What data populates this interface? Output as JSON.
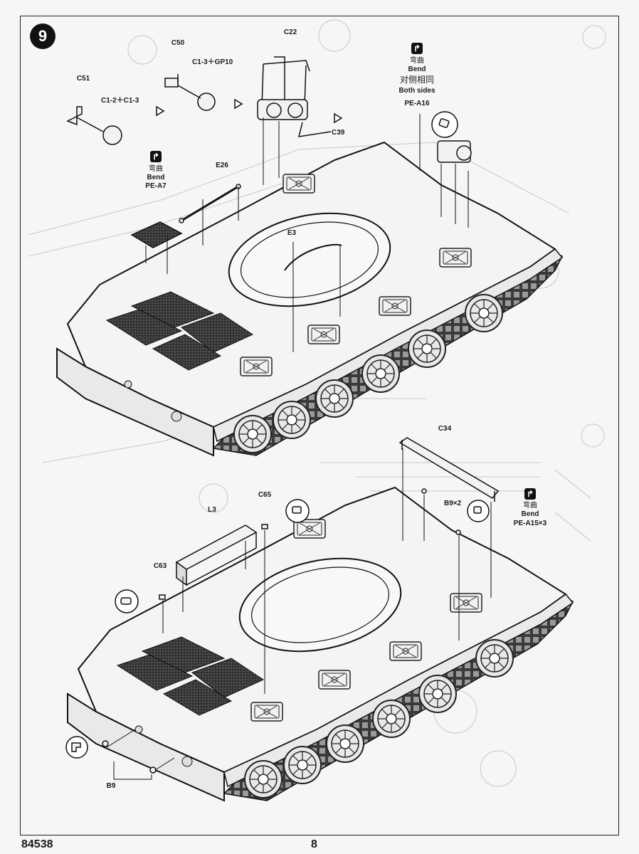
{
  "step": {
    "number": "9"
  },
  "panel_top": {
    "parts": {
      "c51": "C51",
      "c1_2_c1_3": "C1-2＋C1-3",
      "c50": "C50",
      "c1_3_gp10": "C1-3＋GP10",
      "c22": "C22",
      "c39": "C39",
      "e26": "E26",
      "e3": "E3"
    },
    "bend_left": {
      "icon": "bend-icon",
      "zh": "弯曲",
      "en": "Bend",
      "part": "PE-A7"
    },
    "bend_right": {
      "icon": "bend-icon",
      "zh": "弯曲",
      "en": "Bend",
      "zh_sides": "对侧相同",
      "en_sides": "Both sides",
      "part": "PE-A16"
    }
  },
  "panel_bottom": {
    "parts": {
      "c34": "C34",
      "b9x2": "B9×2",
      "l3": "L3",
      "c65": "C65",
      "c63": "C63",
      "b9": "B9"
    },
    "bend": {
      "icon": "bend-icon",
      "zh": "弯曲",
      "en": "Bend",
      "part": "PE-A15×3"
    }
  },
  "footer": {
    "kit_number": "84538",
    "page_number": "8"
  },
  "colors": {
    "ink": "#1a1a1a",
    "paper": "#f6f6f4",
    "ghost": "#cfcfcf",
    "grille": "#2a2a2a"
  }
}
